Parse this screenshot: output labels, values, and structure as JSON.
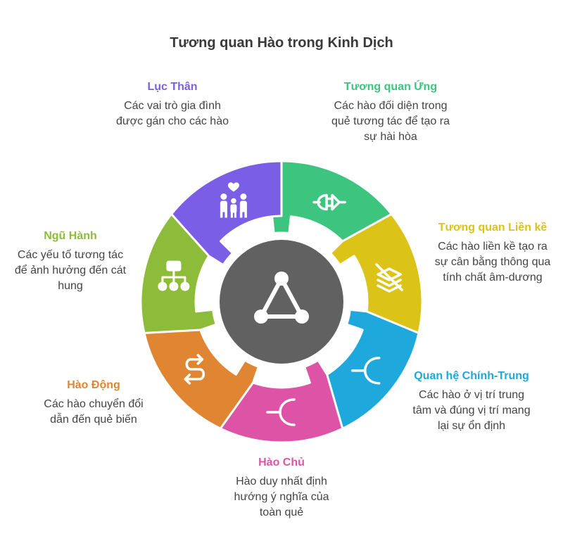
{
  "title": "Tương quan Hào trong Kinh Dịch",
  "center": {
    "icon": "triangle-network-icon",
    "color": "#616161"
  },
  "segments": [
    {
      "id": "tuong-quan-ung",
      "title": "Tương quan Ứng",
      "description": "Các hào đối diện trong quẻ tương tác để tạo ra sự hài hòa",
      "color": "#3dc47e",
      "icon": "plug-connection-icon"
    },
    {
      "id": "tuong-quan-lien-ke",
      "title": "Tương quan Liền kề",
      "description": "Các hào liền kề tạo ra sự cân bằng thông qua tính chất âm-dương",
      "color": "#dcc318",
      "icon": "layers-off-icon"
    },
    {
      "id": "quan-he-chinh-trung",
      "title": "Quan hệ Chính-Trung",
      "description": "Các hào ở vị trí trung tâm và đúng vị trí mang lại sự ổn định",
      "color": "#1ea8dc",
      "icon": "merge-arrow-icon"
    },
    {
      "id": "hao-chu",
      "title": "Hào Chủ",
      "description": "Hào duy nhất định hướng ý nghĩa của toàn quẻ",
      "color": "#dd54a6",
      "icon": "fork-icon"
    },
    {
      "id": "hao-dong",
      "title": "Hào Động",
      "description": "Các hào chuyển đổi dẫn đến quẻ biến",
      "color": "#e08531",
      "icon": "s-arrow-icon"
    },
    {
      "id": "ngu-hanh",
      "title": "Ngũ Hành",
      "description": "Các yếu tố tương tác để ảnh hưởng đến cát hung",
      "color": "#8dbb3a",
      "icon": "hierarchy-icon"
    },
    {
      "id": "luc-than",
      "title": "Lục Thân",
      "description": "Các vai trò gia đình được gán cho các hào",
      "color": "#7a5fe6",
      "icon": "family-icon"
    }
  ]
}
